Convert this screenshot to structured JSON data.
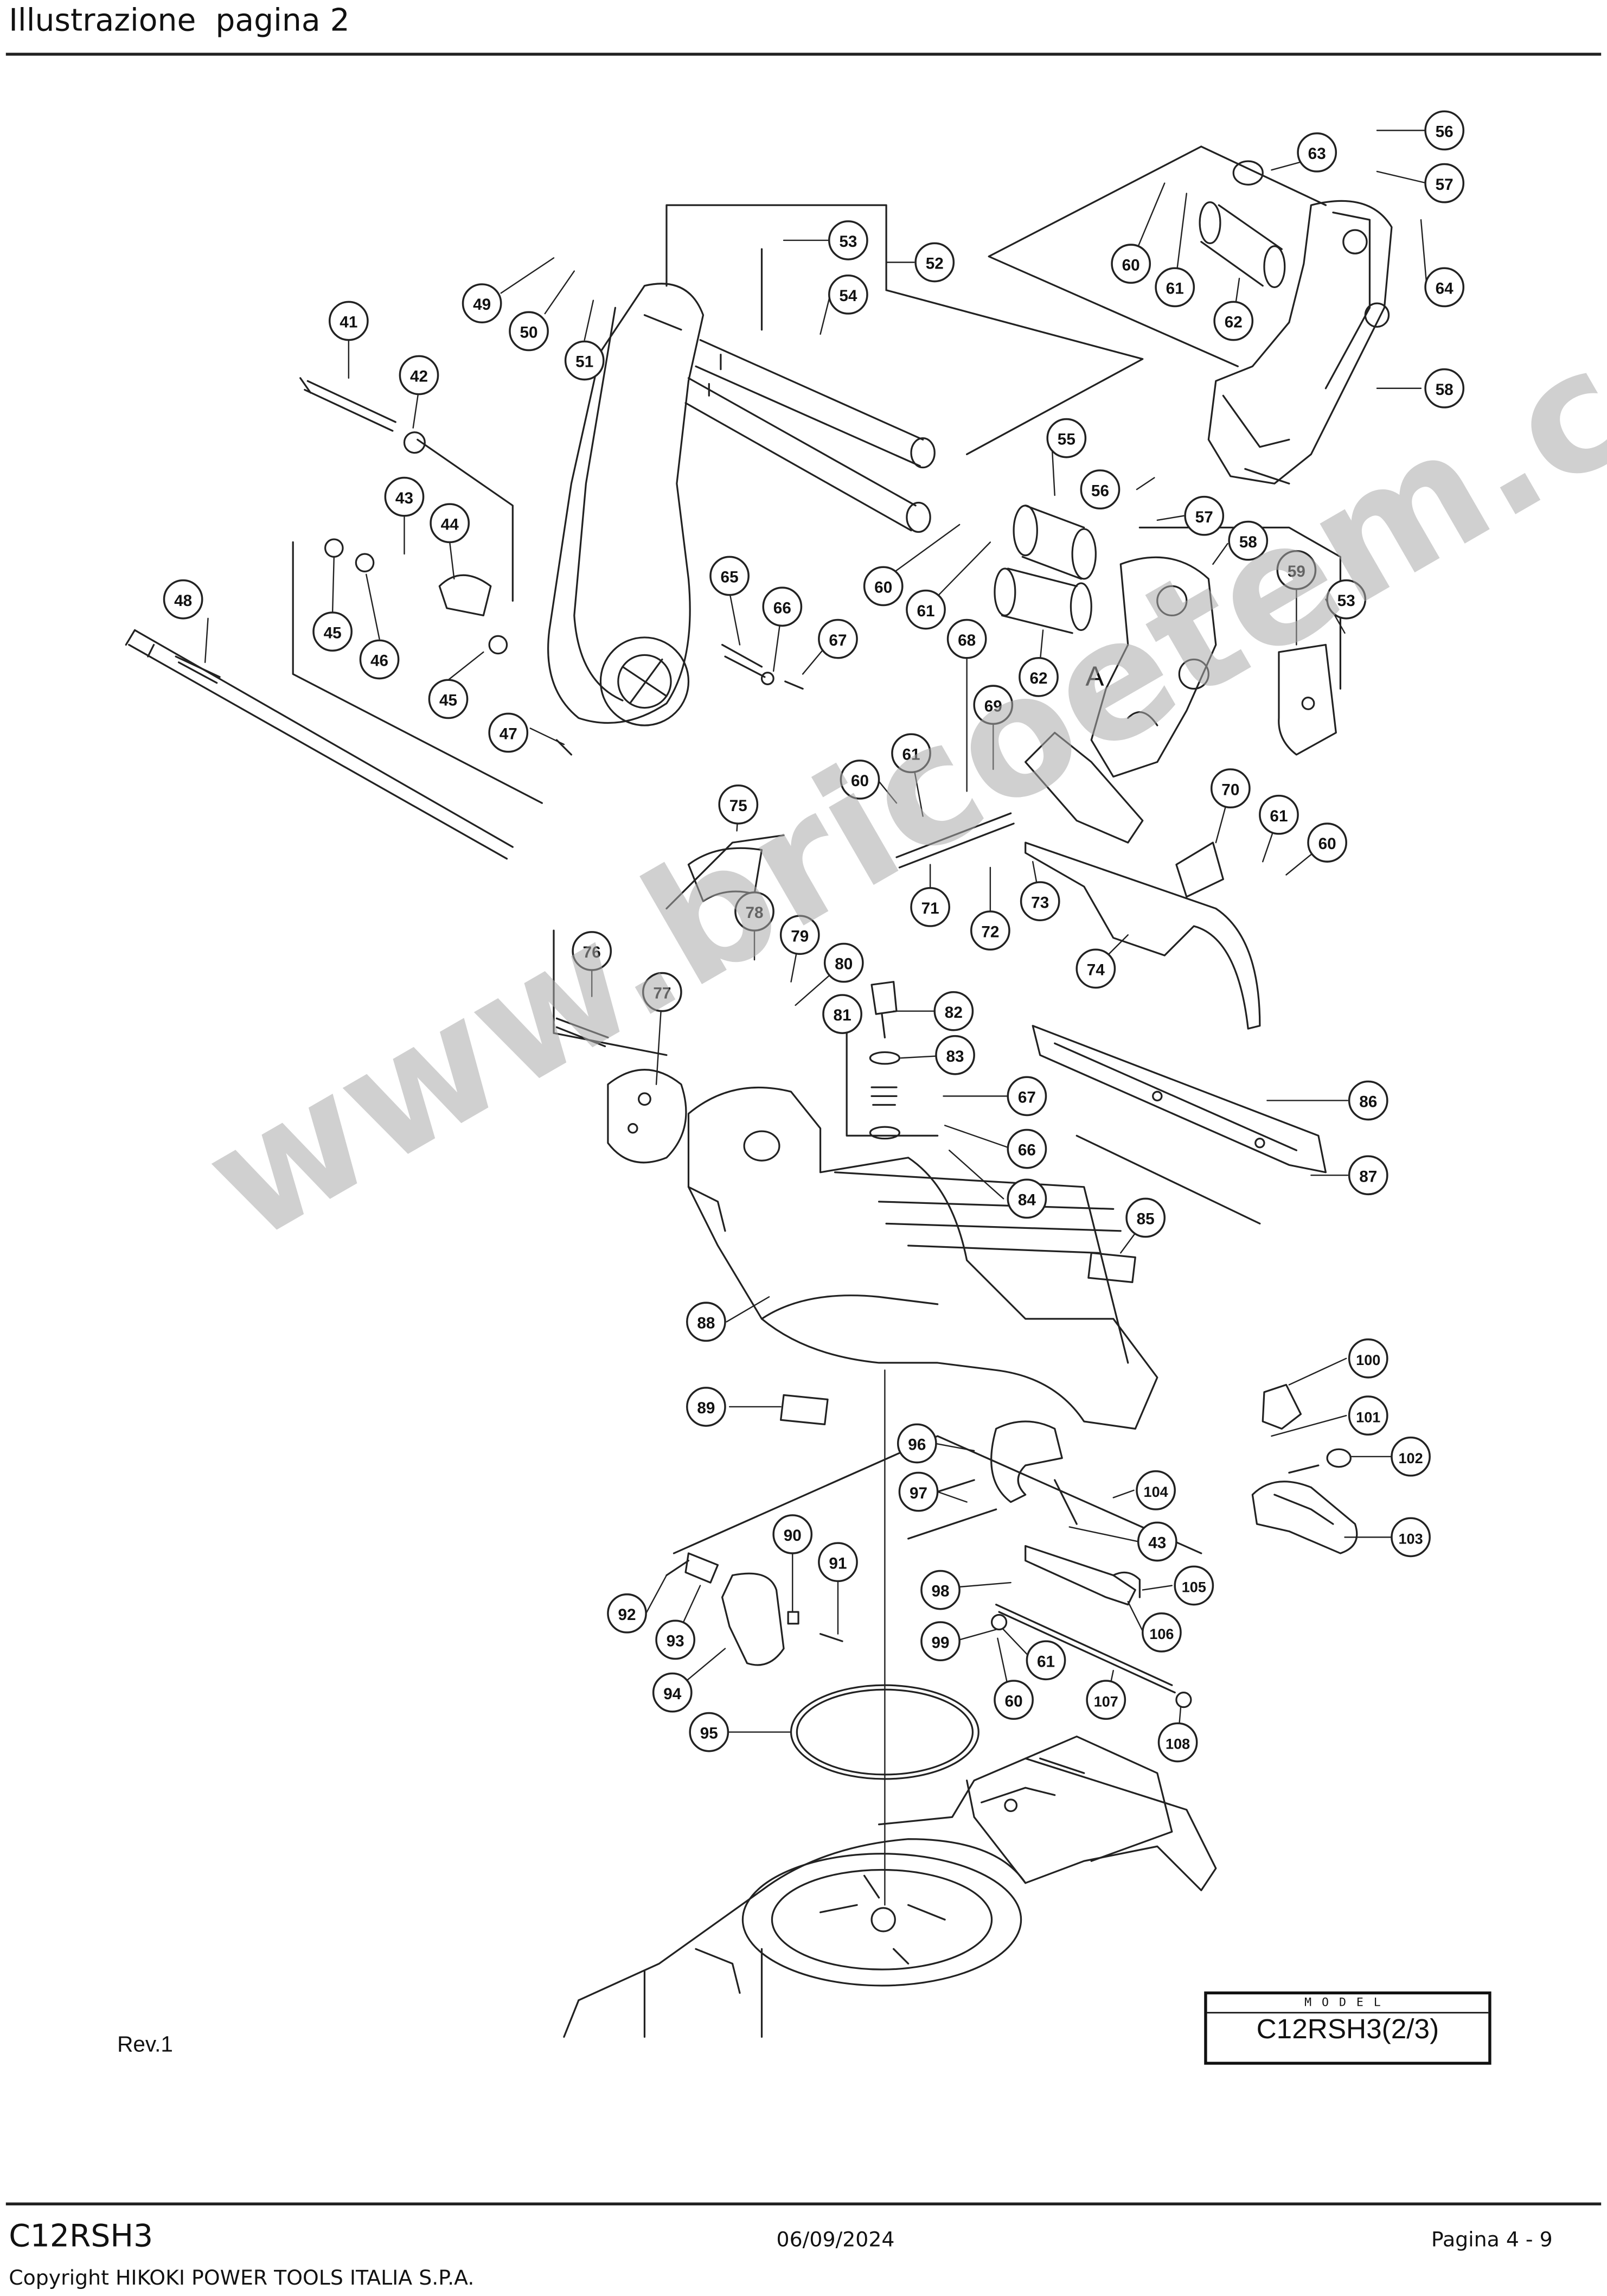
{
  "header": {
    "title": "Illustrazione  pagina 2"
  },
  "watermark": "www.bricoetem.com",
  "revision": "Rev.1",
  "model_box": {
    "heading": "MODEL",
    "value": "C12RSH3(2/3)"
  },
  "footer": {
    "model": "C12RSH3",
    "date": "06/09/2024",
    "page": "Pagina 4 - 9",
    "copyright": "Copyright HIKOKI POWER TOOLS ITALIA S.P.A."
  },
  "diagram": {
    "section_letter": "A",
    "callouts": [
      "41",
      "42",
      "43",
      "44",
      "45",
      "45",
      "46",
      "47",
      "48",
      "49",
      "50",
      "51",
      "52",
      "53",
      "53",
      "54",
      "55",
      "56",
      "56",
      "57",
      "57",
      "58",
      "58",
      "59",
      "60",
      "60",
      "60",
      "60",
      "60",
      "61",
      "61",
      "61",
      "61",
      "61",
      "62",
      "62",
      "63",
      "64",
      "65",
      "66",
      "66",
      "67",
      "67",
      "68",
      "69",
      "70",
      "71",
      "72",
      "73",
      "74",
      "75",
      "76",
      "77",
      "78",
      "79",
      "80",
      "81",
      "82",
      "83",
      "84",
      "85",
      "86",
      "87",
      "88",
      "89",
      "90",
      "91",
      "92",
      "93",
      "94",
      "95",
      "96",
      "97",
      "98",
      "99",
      "100",
      "101",
      "102",
      "103",
      "104",
      "43",
      "105",
      "106",
      "107",
      "108"
    ]
  }
}
